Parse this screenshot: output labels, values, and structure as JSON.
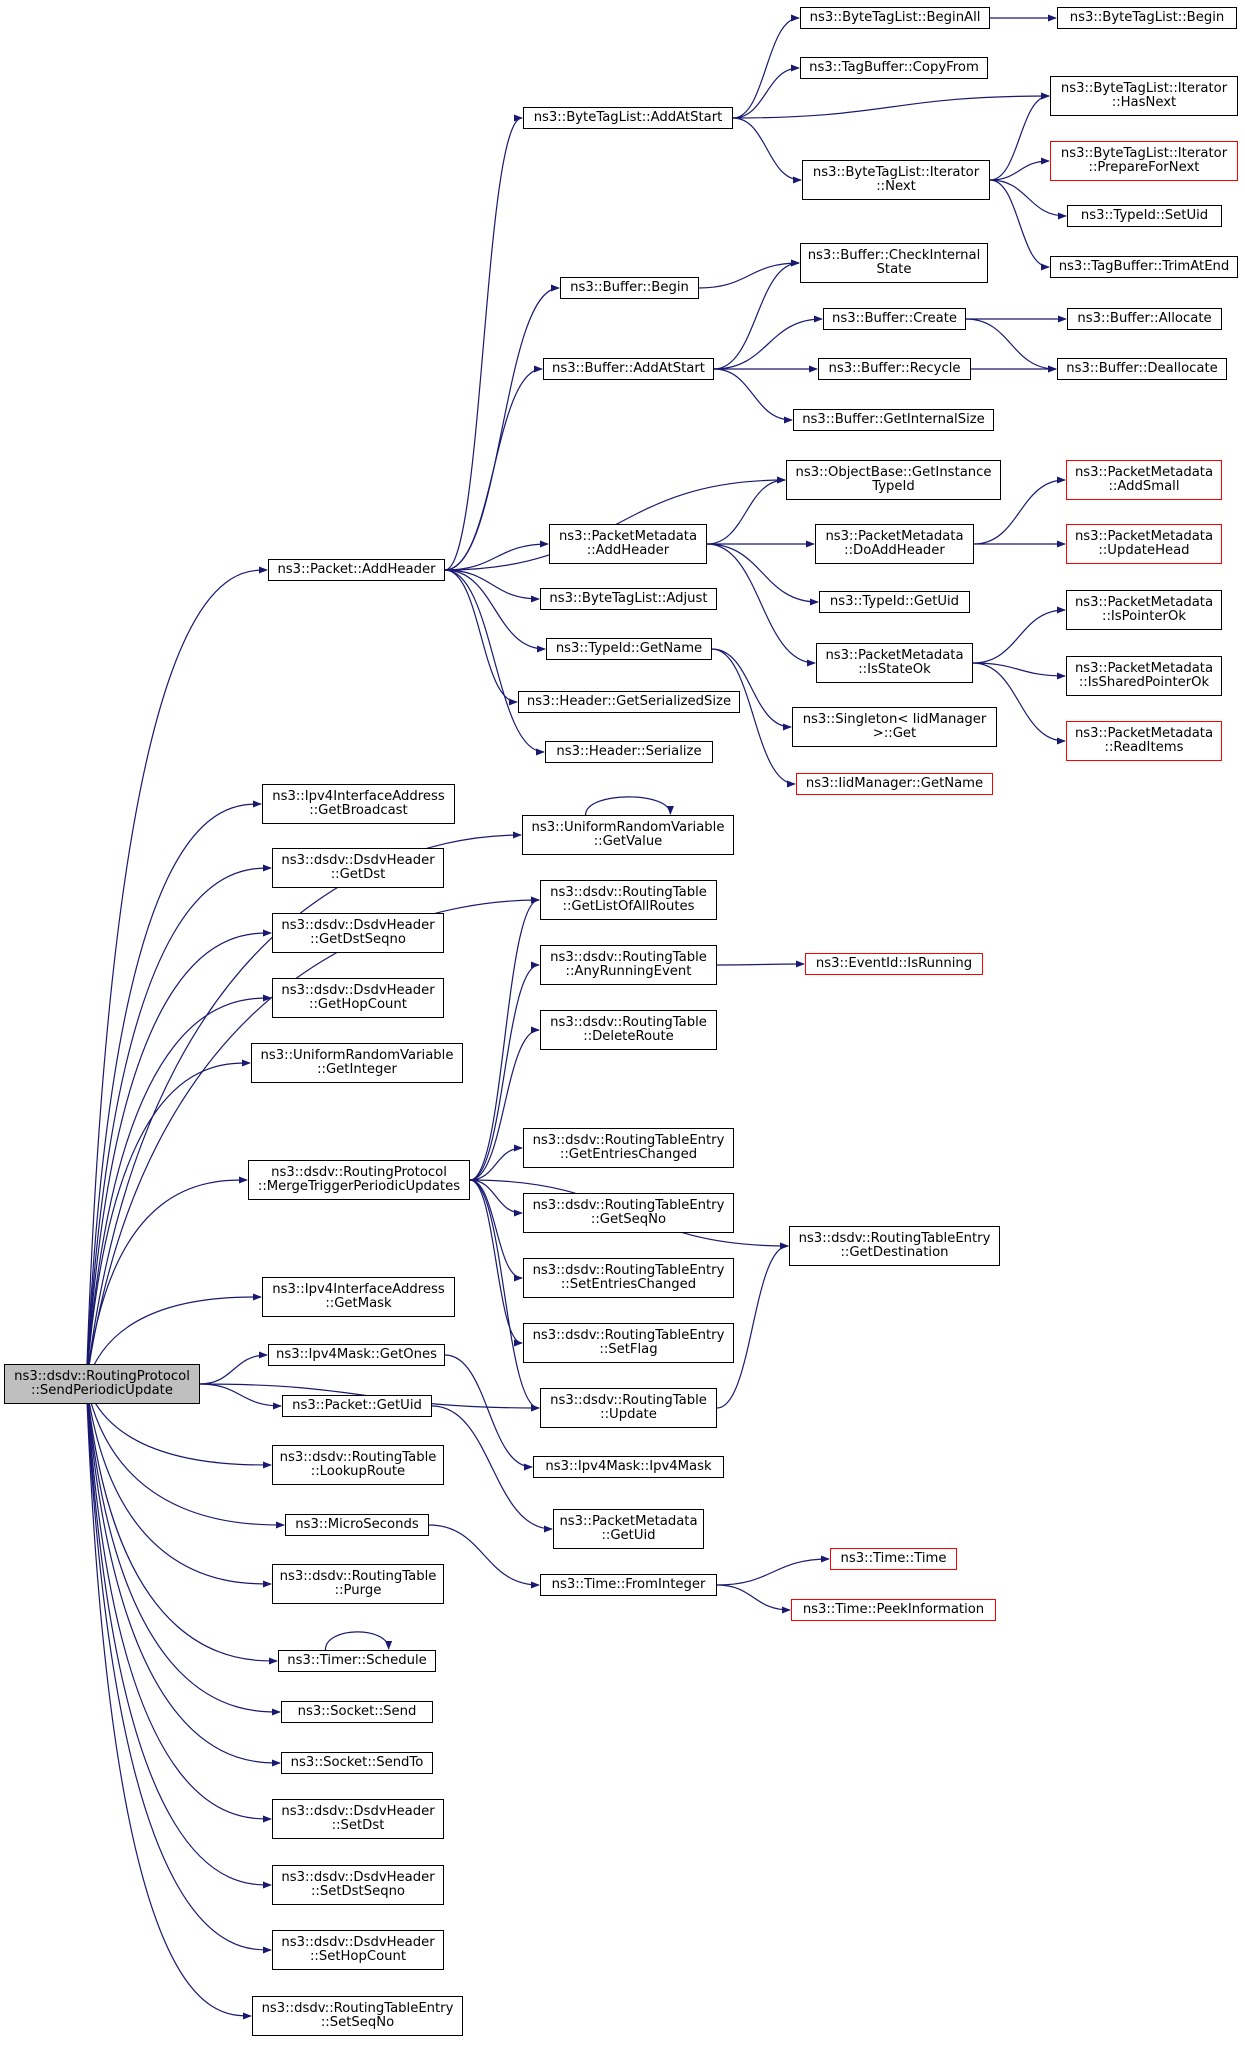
{
  "colors": {
    "edge": "#191970",
    "border": "#000000",
    "border_truncated": "#ff0000",
    "root_fill": "#bfbfbf"
  },
  "nodes": [
    {
      "id": "root",
      "lines": [
        "ns3::dsdv::RoutingProtocol",
        "::SendPeriodicUpdate"
      ],
      "root": true
    },
    {
      "id": "addHeader",
      "lines": [
        "ns3::Packet::AddHeader"
      ]
    },
    {
      "id": "btlAddAtStart",
      "lines": [
        "ns3::ByteTagList::AddAtStart"
      ]
    },
    {
      "id": "btlBeginAll",
      "lines": [
        "ns3::ByteTagList::BeginAll"
      ]
    },
    {
      "id": "btlBegin",
      "lines": [
        "ns3::ByteTagList::Begin"
      ]
    },
    {
      "id": "tbCopyFrom",
      "lines": [
        "ns3::TagBuffer::CopyFrom"
      ]
    },
    {
      "id": "itHasNext",
      "lines": [
        "ns3::ByteTagList::Iterator",
        "::HasNext"
      ]
    },
    {
      "id": "itNext",
      "lines": [
        "ns3::ByteTagList::Iterator",
        "::Next"
      ]
    },
    {
      "id": "itPrepare",
      "lines": [
        "ns3::ByteTagList::Iterator",
        "::PrepareForNext"
      ],
      "red": true
    },
    {
      "id": "tidSetUid",
      "lines": [
        "ns3::TypeId::SetUid"
      ]
    },
    {
      "id": "tbTrim",
      "lines": [
        "ns3::TagBuffer::TrimAtEnd"
      ]
    },
    {
      "id": "bufBegin",
      "lines": [
        "ns3::Buffer::Begin"
      ]
    },
    {
      "id": "bufCheck",
      "lines": [
        "ns3::Buffer::CheckInternal",
        "State"
      ]
    },
    {
      "id": "bufCreate",
      "lines": [
        "ns3::Buffer::Create"
      ]
    },
    {
      "id": "bufAllocate",
      "lines": [
        "ns3::Buffer::Allocate"
      ]
    },
    {
      "id": "bufAddAtStart",
      "lines": [
        "ns3::Buffer::AddAtStart"
      ]
    },
    {
      "id": "bufRecycle",
      "lines": [
        "ns3::Buffer::Recycle"
      ]
    },
    {
      "id": "bufDealloc",
      "lines": [
        "ns3::Buffer::Deallocate"
      ]
    },
    {
      "id": "bufGetSize",
      "lines": [
        "ns3::Buffer::GetInternalSize"
      ]
    },
    {
      "id": "obGetTid",
      "lines": [
        "ns3::ObjectBase::GetInstance",
        "TypeId"
      ]
    },
    {
      "id": "pmAddSmall",
      "lines": [
        "ns3::PacketMetadata",
        "::AddSmall"
      ],
      "red": true
    },
    {
      "id": "pmAddHeader",
      "lines": [
        "ns3::PacketMetadata",
        "::AddHeader"
      ]
    },
    {
      "id": "pmDoAdd",
      "lines": [
        "ns3::PacketMetadata",
        "::DoAddHeader"
      ]
    },
    {
      "id": "pmUpdHead",
      "lines": [
        "ns3::PacketMetadata",
        "::UpdateHead"
      ],
      "red": true
    },
    {
      "id": "btlAdjust",
      "lines": [
        "ns3::ByteTagList::Adjust"
      ]
    },
    {
      "id": "tidGetUid",
      "lines": [
        "ns3::TypeId::GetUid"
      ]
    },
    {
      "id": "pmIsPtr",
      "lines": [
        "ns3::PacketMetadata",
        "::IsPointerOk"
      ]
    },
    {
      "id": "tidGetName",
      "lines": [
        "ns3::TypeId::GetName"
      ]
    },
    {
      "id": "pmIsState",
      "lines": [
        "ns3::PacketMetadata",
        "::IsStateOk"
      ]
    },
    {
      "id": "pmIsShared",
      "lines": [
        "ns3::PacketMetadata",
        "::IsSharedPointerOk"
      ]
    },
    {
      "id": "hdrGetSize",
      "lines": [
        "ns3::Header::GetSerializedSize"
      ]
    },
    {
      "id": "singleton",
      "lines": [
        "ns3::Singleton< IidManager",
        ">::Get"
      ]
    },
    {
      "id": "pmRead",
      "lines": [
        "ns3::PacketMetadata",
        "::ReadItems"
      ],
      "red": true
    },
    {
      "id": "hdrSer",
      "lines": [
        "ns3::Header::Serialize"
      ]
    },
    {
      "id": "iidGetName",
      "lines": [
        "ns3::IidManager::GetName"
      ],
      "red": true
    },
    {
      "id": "ifGetBcast",
      "lines": [
        "ns3::Ipv4InterfaceAddress",
        "::GetBroadcast"
      ]
    },
    {
      "id": "urvGetValue",
      "lines": [
        "ns3::UniformRandomVariable",
        "::GetValue"
      ]
    },
    {
      "id": "dhGetDst",
      "lines": [
        "ns3::dsdv::DsdvHeader",
        "::GetDst"
      ]
    },
    {
      "id": "rtGetList",
      "lines": [
        "ns3::dsdv::RoutingTable",
        "::GetListOfAllRoutes"
      ]
    },
    {
      "id": "dhGetDstSeq",
      "lines": [
        "ns3::dsdv::DsdvHeader",
        "::GetDstSeqno"
      ]
    },
    {
      "id": "rtAnyRun",
      "lines": [
        "ns3::dsdv::RoutingTable",
        "::AnyRunningEvent"
      ]
    },
    {
      "id": "evIsRun",
      "lines": [
        "ns3::EventId::IsRunning"
      ],
      "red": true
    },
    {
      "id": "dhGetHop",
      "lines": [
        "ns3::dsdv::DsdvHeader",
        "::GetHopCount"
      ]
    },
    {
      "id": "rtDelete",
      "lines": [
        "ns3::dsdv::RoutingTable",
        "::DeleteRoute"
      ]
    },
    {
      "id": "urvGetInt",
      "lines": [
        "ns3::UniformRandomVariable",
        "::GetInteger"
      ]
    },
    {
      "id": "rteGetEntCh",
      "lines": [
        "ns3::dsdv::RoutingTableEntry",
        "::GetEntriesChanged"
      ]
    },
    {
      "id": "merge",
      "lines": [
        "ns3::dsdv::RoutingProtocol",
        "::MergeTriggerPeriodicUpdates"
      ]
    },
    {
      "id": "rteGetSeq",
      "lines": [
        "ns3::dsdv::RoutingTableEntry",
        "::GetSeqNo"
      ]
    },
    {
      "id": "rteGetDest",
      "lines": [
        "ns3::dsdv::RoutingTableEntry",
        "::GetDestination"
      ]
    },
    {
      "id": "rteSetEntCh",
      "lines": [
        "ns3::dsdv::RoutingTableEntry",
        "::SetEntriesChanged"
      ]
    },
    {
      "id": "ifGetMask",
      "lines": [
        "ns3::Ipv4InterfaceAddress",
        "::GetMask"
      ]
    },
    {
      "id": "rteSetFlag",
      "lines": [
        "ns3::dsdv::RoutingTableEntry",
        "::SetFlag"
      ]
    },
    {
      "id": "maskGetOnes",
      "lines": [
        "ns3::Ipv4Mask::GetOnes"
      ]
    },
    {
      "id": "rtUpdate",
      "lines": [
        "ns3::dsdv::RoutingTable",
        "::Update"
      ]
    },
    {
      "id": "pktGetUid",
      "lines": [
        "ns3::Packet::GetUid"
      ]
    },
    {
      "id": "maskCtor",
      "lines": [
        "ns3::Ipv4Mask::Ipv4Mask"
      ]
    },
    {
      "id": "rtLookup",
      "lines": [
        "ns3::dsdv::RoutingTable",
        "::LookupRoute"
      ]
    },
    {
      "id": "pmGetUid",
      "lines": [
        "ns3::PacketMetadata",
        "::GetUid"
      ]
    },
    {
      "id": "micro",
      "lines": [
        "ns3::MicroSeconds"
      ]
    },
    {
      "id": "timeTime",
      "lines": [
        "ns3::Time::Time"
      ],
      "red": true
    },
    {
      "id": "rtPurge",
      "lines": [
        "ns3::dsdv::RoutingTable",
        "::Purge"
      ]
    },
    {
      "id": "timeFromInt",
      "lines": [
        "ns3::Time::FromInteger"
      ]
    },
    {
      "id": "timePeek",
      "lines": [
        "ns3::Time::PeekInformation"
      ],
      "red": true
    },
    {
      "id": "timerSched",
      "lines": [
        "ns3::Timer::Schedule"
      ]
    },
    {
      "id": "sockSend",
      "lines": [
        "ns3::Socket::Send"
      ]
    },
    {
      "id": "sockSendTo",
      "lines": [
        "ns3::Socket::SendTo"
      ]
    },
    {
      "id": "dhSetDst",
      "lines": [
        "ns3::dsdv::DsdvHeader",
        "::SetDst"
      ]
    },
    {
      "id": "dhSetDstSeq",
      "lines": [
        "ns3::dsdv::DsdvHeader",
        "::SetDstSeqno"
      ]
    },
    {
      "id": "dhSetHop",
      "lines": [
        "ns3::dsdv::DsdvHeader",
        "::SetHopCount"
      ]
    },
    {
      "id": "rteSetSeq",
      "lines": [
        "ns3::dsdv::RoutingTableEntry",
        "::SetSeqNo"
      ]
    }
  ],
  "edges": [
    [
      "root",
      "addHeader"
    ],
    [
      "root",
      "ifGetBcast"
    ],
    [
      "root",
      "dhGetDst"
    ],
    [
      "root",
      "dhGetDstSeq"
    ],
    [
      "root",
      "dhGetHop"
    ],
    [
      "root",
      "urvGetInt"
    ],
    [
      "root",
      "merge"
    ],
    [
      "root",
      "rtUpdate"
    ],
    [
      "root",
      "ifGetMask"
    ],
    [
      "root",
      "maskGetOnes"
    ],
    [
      "root",
      "pktGetUid"
    ],
    [
      "root",
      "rtLookup"
    ],
    [
      "root",
      "micro"
    ],
    [
      "root",
      "rtPurge"
    ],
    [
      "root",
      "timerSched"
    ],
    [
      "root",
      "sockSend"
    ],
    [
      "root",
      "sockSendTo"
    ],
    [
      "root",
      "dhSetDst"
    ],
    [
      "root",
      "dhSetDstSeq"
    ],
    [
      "root",
      "dhSetHop"
    ],
    [
      "root",
      "rteSetSeq"
    ],
    [
      "root",
      "urvGetValue"
    ],
    [
      "root",
      "rtGetList"
    ],
    [
      "addHeader",
      "btlAddAtStart"
    ],
    [
      "addHeader",
      "bufBegin"
    ],
    [
      "addHeader",
      "bufAddAtStart"
    ],
    [
      "addHeader",
      "obGetTid"
    ],
    [
      "addHeader",
      "pmAddHeader"
    ],
    [
      "addHeader",
      "btlAdjust"
    ],
    [
      "addHeader",
      "tidGetName"
    ],
    [
      "addHeader",
      "hdrGetSize"
    ],
    [
      "addHeader",
      "hdrSer"
    ],
    [
      "btlAddAtStart",
      "btlBeginAll"
    ],
    [
      "btlAddAtStart",
      "tbCopyFrom"
    ],
    [
      "btlAddAtStart",
      "itHasNext"
    ],
    [
      "btlAddAtStart",
      "itNext"
    ],
    [
      "btlBeginAll",
      "btlBegin"
    ],
    [
      "itNext",
      "itHasNext"
    ],
    [
      "itNext",
      "itPrepare"
    ],
    [
      "itNext",
      "tidSetUid"
    ],
    [
      "itNext",
      "tbTrim"
    ],
    [
      "bufBegin",
      "bufCheck"
    ],
    [
      "bufAddAtStart",
      "bufCheck"
    ],
    [
      "bufAddAtStart",
      "bufCreate"
    ],
    [
      "bufAddAtStart",
      "bufRecycle"
    ],
    [
      "bufAddAtStart",
      "bufGetSize"
    ],
    [
      "bufCreate",
      "bufAllocate"
    ],
    [
      "bufCreate",
      "bufDealloc"
    ],
    [
      "bufRecycle",
      "bufDealloc"
    ],
    [
      "pmAddHeader",
      "obGetTid"
    ],
    [
      "pmAddHeader",
      "pmDoAdd"
    ],
    [
      "pmAddHeader",
      "tidGetUid"
    ],
    [
      "pmAddHeader",
      "pmIsState"
    ],
    [
      "pmDoAdd",
      "pmAddSmall"
    ],
    [
      "pmDoAdd",
      "pmUpdHead"
    ],
    [
      "pmIsState",
      "pmIsPtr"
    ],
    [
      "pmIsState",
      "pmIsShared"
    ],
    [
      "pmIsState",
      "pmRead"
    ],
    [
      "tidGetName",
      "singleton"
    ],
    [
      "tidGetName",
      "iidGetName"
    ],
    [
      "urvGetValue",
      "urvGetValue"
    ],
    [
      "merge",
      "rtGetList"
    ],
    [
      "merge",
      "rtAnyRun"
    ],
    [
      "merge",
      "rtDelete"
    ],
    [
      "merge",
      "rteGetEntCh"
    ],
    [
      "merge",
      "rteGetSeq"
    ],
    [
      "merge",
      "rteGetDest"
    ],
    [
      "merge",
      "rteSetEntCh"
    ],
    [
      "merge",
      "rteSetFlag"
    ],
    [
      "merge",
      "rtUpdate"
    ],
    [
      "rtAnyRun",
      "evIsRun"
    ],
    [
      "rtUpdate",
      "rteGetDest"
    ],
    [
      "maskGetOnes",
      "maskCtor"
    ],
    [
      "pktGetUid",
      "pmGetUid"
    ],
    [
      "micro",
      "timeFromInt"
    ],
    [
      "timeFromInt",
      "timeTime"
    ],
    [
      "timeFromInt",
      "timePeek"
    ],
    [
      "timerSched",
      "timerSched"
    ]
  ]
}
